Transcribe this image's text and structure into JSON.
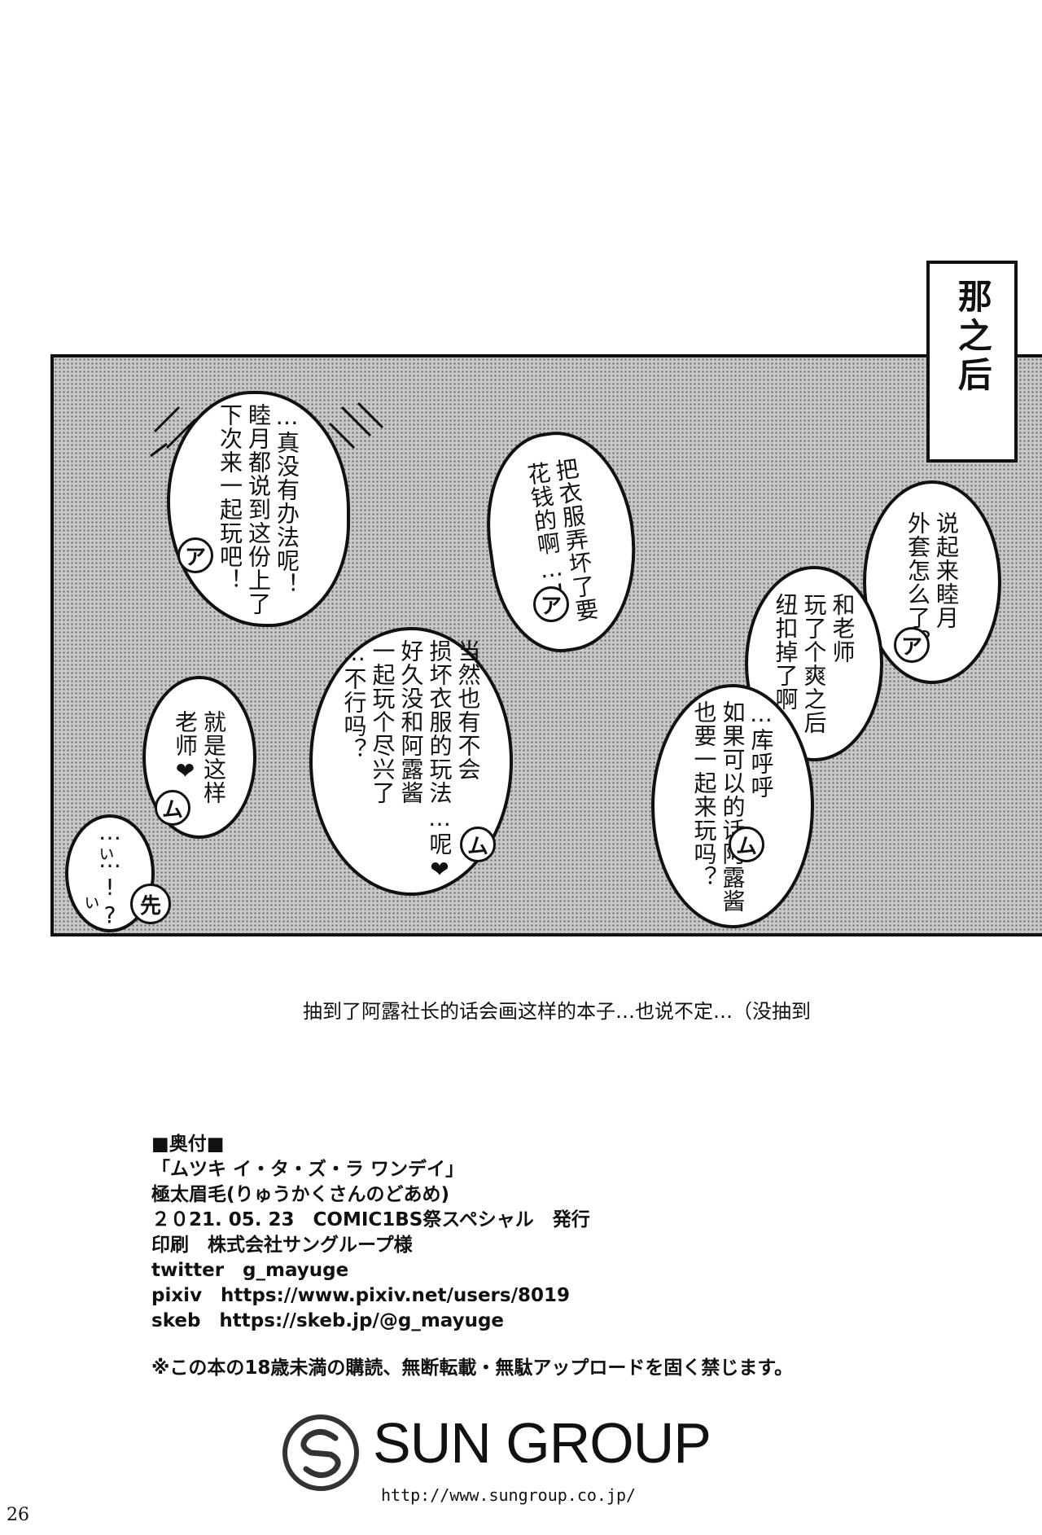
{
  "caption": "那之后",
  "bubbles": {
    "b1": "…真没有办法呢！\n睦月都说到这份上了\n下次来一起玩吧！",
    "b2": "把衣服弄坏了要\n花钱的啊…！",
    "b3": "说起来睦月\n外套怎么了？",
    "b4": "和老师\n玩了个爽之后\n纽扣掉了啊",
    "b5": "…库呼呼\n如果可以的话阿露酱\n也要一起来玩吗？",
    "b6": "当然也有不会\n损坏衣服的玩法…呢❤\n好久没和阿露酱\n一起玩个尽兴了\n…不行吗？",
    "b7": "就是这样\n老师❤",
    "b8": "……!?"
  },
  "faces": {
    "a": "ア",
    "mu": "ム",
    "sen": "先"
  },
  "sfx": {
    "u1": "ぃ",
    "u2": "ぃ"
  },
  "afterword": "抽到了阿露社长的话会画这样的本子…也说不定…（没抽到",
  "colophon": {
    "header": "■奥付■",
    "title": "「ムツキ イ・タ・ズ・ラ ワンデイ」",
    "circle": "極太眉毛(りゅうかくさんのどあめ)",
    "date": "２０21. 05. 23　COMIC1BS祭スペシャル　発行",
    "printer": "印刷　株式会社サングループ様",
    "twitter": "twitter　g_mayuge",
    "pixiv": "pixiv　https://www.pixiv.net/users/8019",
    "skeb": "skeb　https://skeb.jp/@g_mayuge"
  },
  "warning": "※この本の18歳未満の購読、無断転載・無駄アップロードを固く禁じます。",
  "logo": {
    "name": "SUN GROUP",
    "url": "http://www.sungroup.co.jp/"
  },
  "page_number": "26"
}
